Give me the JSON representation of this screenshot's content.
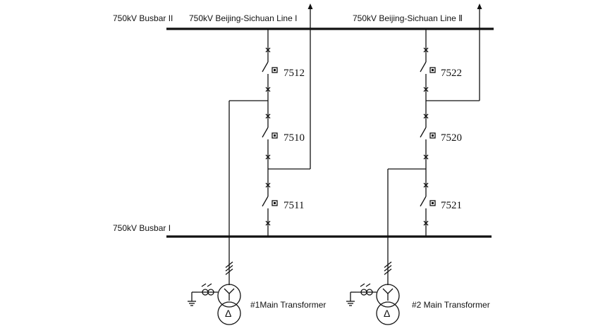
{
  "labels": {
    "busbar_2": "750kV Busbar II",
    "busbar_1": "750kV Busbar I",
    "line_1": "750kV Beijing-Sichuan Line I",
    "line_2": "750kV Beijing-Sichuan Line Ⅱ",
    "transformer_1": "#1Main Transformer",
    "transformer_2": "#2 Main Transformer"
  },
  "breakers": {
    "b7512": "7512",
    "b7510": "7510",
    "b7511": "7511",
    "b7522": "7522",
    "b7520": "7520",
    "b7521": "7521"
  },
  "symbols": {
    "delta": "Δ"
  }
}
